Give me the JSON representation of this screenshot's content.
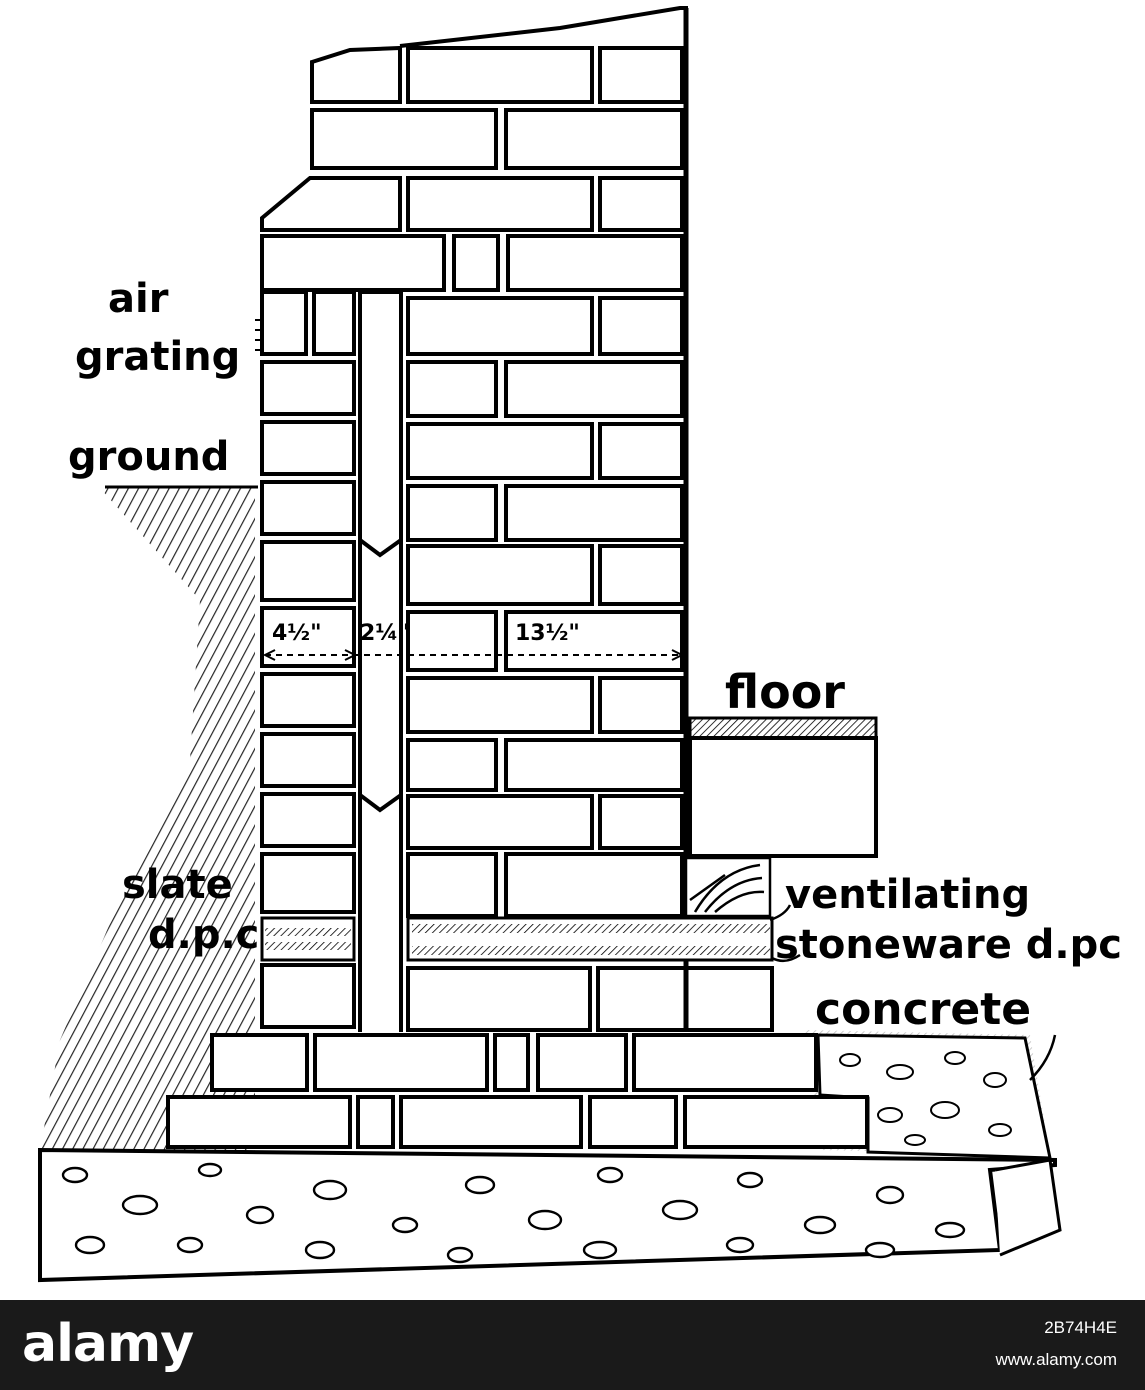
{
  "diagram": {
    "labels": {
      "air": "air",
      "grating": "grating",
      "ground": "ground",
      "floor": "floor",
      "slate": "slate",
      "slate_dpc": "d.p.c",
      "ventilating": "ventilating",
      "stoneware_dpc": "stoneware d.pc",
      "concrete": "concrete"
    },
    "dimensions": {
      "leaf_outer": "4½\"",
      "cavity": "2¼\"",
      "overall": "13½\""
    }
  },
  "watermark": {
    "brand": "alamy",
    "image_id": "2B74H4E",
    "url": "www.alamy.com"
  }
}
